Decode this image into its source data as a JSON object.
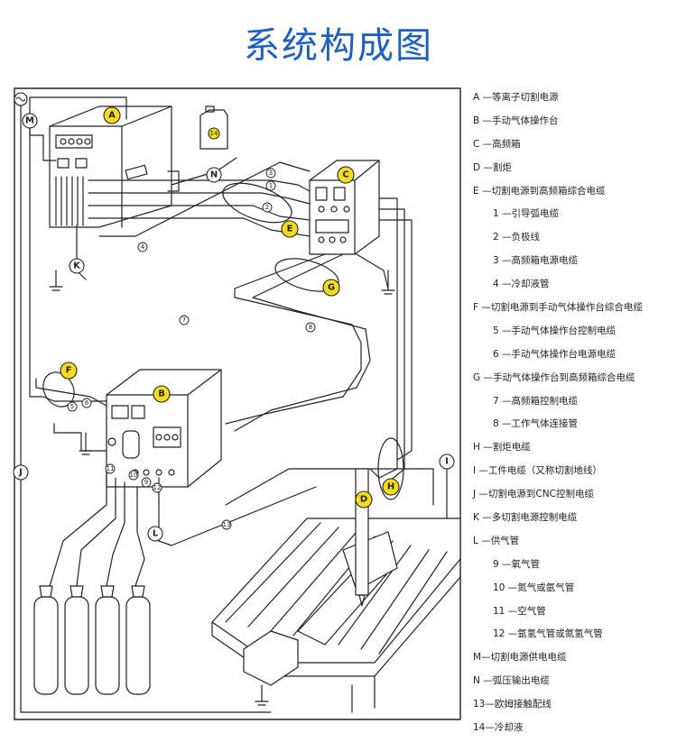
{
  "title": "系统构成图",
  "diagram_labels": {
    "A": "A",
    "B": "B",
    "C": "C",
    "D": "D",
    "E": "E",
    "F": "F",
    "G": "G",
    "H": "H",
    "I": "I",
    "J": "J",
    "K": "K",
    "L": "L",
    "M": "M",
    "N": "N",
    "n1": "1",
    "n2": "2",
    "n3": "3",
    "n4": "4",
    "n5": "5",
    "n6": "6",
    "n7": "7",
    "n8": "8",
    "n9": "9",
    "n10": "10",
    "n11": "11",
    "n12": "12",
    "n13": "13",
    "n14": "14"
  },
  "legend": [
    {
      "text": "A —等离子切割电源",
      "indent": false
    },
    {
      "text": "B —手动气体操作台",
      "indent": false
    },
    {
      "text": "C —高频箱",
      "indent": false
    },
    {
      "text": "D —割炬",
      "indent": false
    },
    {
      "text": "E —切割电源到高频箱综合电缆",
      "indent": false
    },
    {
      "text": "1  —引导弧电缆",
      "indent": true
    },
    {
      "text": "2  —负极线",
      "indent": true
    },
    {
      "text": "3  —高频箱电源电缆",
      "indent": true
    },
    {
      "text": "4  —冷却液管",
      "indent": true
    },
    {
      "text": "F —切割电源到手动气体操作台综合电缆",
      "indent": false
    },
    {
      "text": "5  —手动气体操作台控制电缆",
      "indent": true
    },
    {
      "text": "6  —手动气体操作台电源电缆",
      "indent": true
    },
    {
      "text": "G —手动气体操作台到高频箱综合电缆",
      "indent": false
    },
    {
      "text": "7  —高频箱控制电缆",
      "indent": true
    },
    {
      "text": "8  —工作气体连接管",
      "indent": true
    },
    {
      "text": "H —割炬电缆",
      "indent": false
    },
    {
      "text": "I  —工件电缆（又称切割地线）",
      "indent": false
    },
    {
      "text": "J —切割电源到CNC控制电缆",
      "indent": false
    },
    {
      "text": "K —多切割电源控制电缆",
      "indent": false
    },
    {
      "text": "L —供气管",
      "indent": false
    },
    {
      "text": "9  —氧气管",
      "indent": true
    },
    {
      "text": "10  —氮气或氩气管",
      "indent": true
    },
    {
      "text": "11  —空气管",
      "indent": true
    },
    {
      "text": "12  —氩氢气管或氮氢气管",
      "indent": true
    },
    {
      "text": "M—切割电源供电电缆",
      "indent": false
    },
    {
      "text": "N —弧压输出电缆",
      "indent": false
    },
    {
      "text": "13—欧姆接触配线",
      "indent": false
    },
    {
      "text": "14—冷却液",
      "indent": false
    }
  ],
  "colors": {
    "title": "#1f5fbf",
    "callout": "#f5dc1e",
    "line": "#222222"
  }
}
